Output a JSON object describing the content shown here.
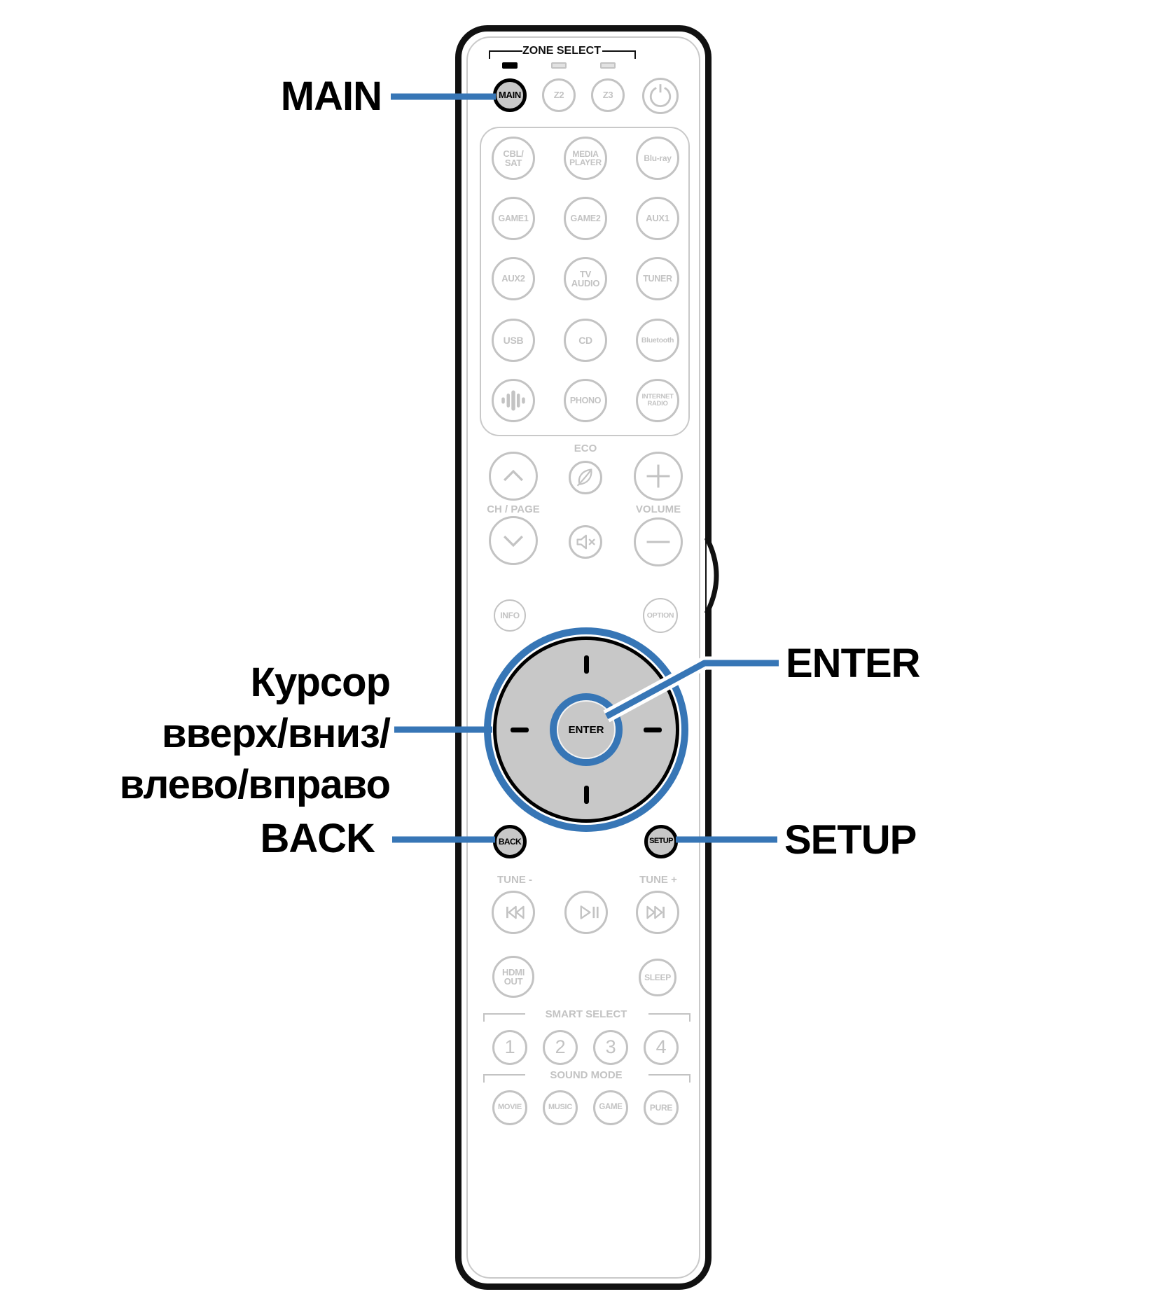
{
  "colors": {
    "accent_blue": "#3776b6",
    "button_gray": "#c3c3c3",
    "active_fill_gray": "#c8c8c8",
    "outline_black": "#000000"
  },
  "callouts": {
    "main": "MAIN",
    "cursor_line1": "Курсор",
    "cursor_line2": "вверх/вниз/",
    "cursor_line3": "влево/вправо",
    "back": "BACK",
    "enter": "ENTER",
    "setup": "SETUP"
  },
  "icons": {
    "power": "power-icon",
    "heos": "heos-icon",
    "eco_leaf": "leaf-icon",
    "mute": "mute-speaker-icon",
    "channel_up": "chevron-up-icon",
    "channel_down": "chevron-down-icon",
    "volume_up": "plus-icon",
    "volume_down": "minus-icon",
    "skip_back": "skip-back-icon",
    "play_pause": "play-pause-icon",
    "skip_forward": "skip-forward-icon"
  },
  "remote": {
    "zone": {
      "title": "ZONE SELECT",
      "main": "MAIN",
      "z2": "Z2",
      "z3": "Z3"
    },
    "sources": {
      "cbl1": "CBL/",
      "cbl2": "SAT",
      "media1": "MEDIA",
      "media2": "PLAYER",
      "bluray": "Blu-ray",
      "game1": "GAME1",
      "game2": "GAME2",
      "aux1": "AUX1",
      "aux2": "AUX2",
      "tv1": "TV",
      "tv2": "AUDIO",
      "tuner": "TUNER",
      "usb": "USB",
      "cd": "CD",
      "bt": "Bluetooth",
      "phono": "PHONO",
      "net1": "INTERNET",
      "net2": "RADIO"
    },
    "eco": "ECO",
    "chpage": "CH / PAGE",
    "volume": "VOLUME",
    "info": "INFO",
    "option": "OPTION",
    "enter": "ENTER",
    "back": "BACK",
    "setup": "SETUP",
    "tune_minus": "TUNE -",
    "tune_plus": "TUNE +",
    "hdmi1": "HDMI",
    "hdmi2": "OUT",
    "sleep": "SLEEP",
    "smart": {
      "title": "SMART SELECT",
      "b1": "1",
      "b2": "2",
      "b3": "3",
      "b4": "4"
    },
    "sound": {
      "title": "SOUND MODE",
      "movie": "MOVIE",
      "music": "MUSIC",
      "game": "GAME",
      "pure": "PURE"
    }
  }
}
